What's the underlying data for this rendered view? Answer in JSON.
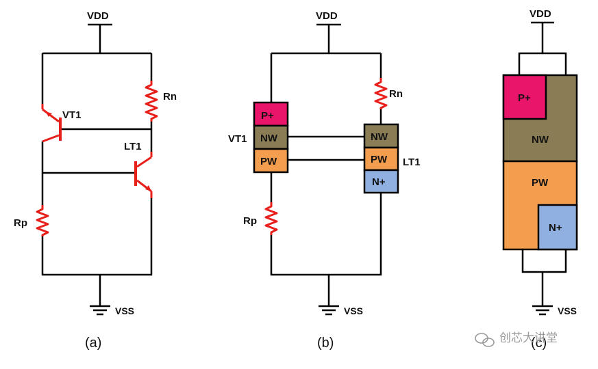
{
  "colors": {
    "p_plus": "#e8156b",
    "nw": "#8a7d55",
    "pw": "#f39d4e",
    "n_plus": "#8fb0e0",
    "resistor": "#e8201c",
    "wire": "#000000"
  },
  "panel_a": {
    "vdd": "VDD",
    "vss": "VSS",
    "rn": "Rn",
    "rp": "Rp",
    "vt1": "VT1",
    "lt1": "LT1",
    "caption": "(a)"
  },
  "panel_b": {
    "vdd": "VDD",
    "vss": "VSS",
    "rn": "Rn",
    "rp": "Rp",
    "vt1": "VT1",
    "lt1": "LT1",
    "p_plus": "P+",
    "nw_left": "NW",
    "pw_left": "PW",
    "nw_right": "NW",
    "pw_right": "PW",
    "n_plus": "N+",
    "caption": "(b)"
  },
  "panel_c": {
    "vdd": "VDD",
    "vss": "VSS",
    "p_plus": "P+",
    "nw": "NW",
    "pw": "PW",
    "n_plus": "N+",
    "caption": "(c)"
  },
  "watermark": {
    "icon": "wechat-icon",
    "text": "创芯大讲堂"
  }
}
